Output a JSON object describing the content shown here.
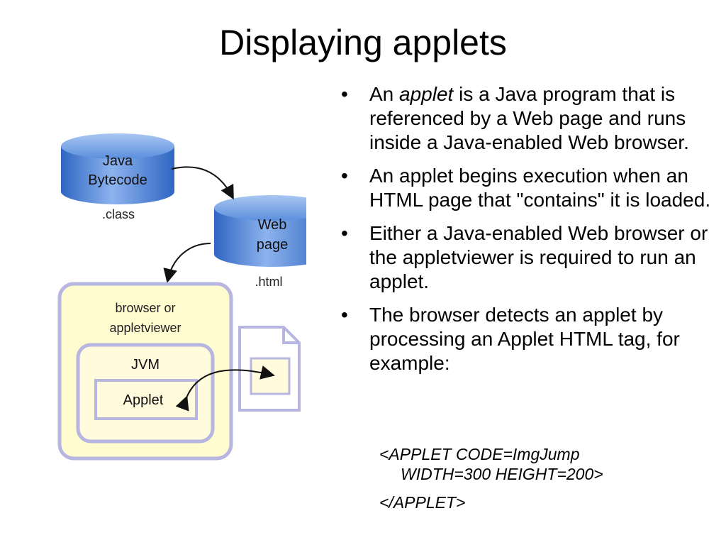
{
  "title": "Displaying applets",
  "diagram": {
    "bytecode_line1": "Java",
    "bytecode_line2": "Bytecode",
    "bytecode_ext": ".class",
    "webpage_line1": "Web",
    "webpage_line2": "page",
    "webpage_ext": ".html",
    "browser_line1": "browser or",
    "browser_line2": "appletviewer",
    "jvm_label": "JVM",
    "applet_label": "Applet",
    "colors": {
      "cylinder": "#4f86d6",
      "browser_fill": "#fffccf",
      "frame_stroke": "#b7b6e0",
      "applet_fill": "#fffbdc"
    }
  },
  "bullets": [
    {
      "pre": "An ",
      "em": "applet",
      "post": " is a Java program that is referenced by a Web page and runs inside a Java-enabled Web browser."
    },
    {
      "text": "An applet begins execution when an HTML page that \"contains\" it is loaded."
    },
    {
      "text": "Either a Java-enabled Web browser or the appletviewer is required to run an applet."
    },
    {
      "text": "The browser detects an applet by processing an Applet HTML tag, for example:"
    }
  ],
  "code": {
    "line1": "<APPLET CODE=ImgJump",
    "line2": "WIDTH=300 HEIGHT=200>",
    "line3": "</APPLET>"
  }
}
